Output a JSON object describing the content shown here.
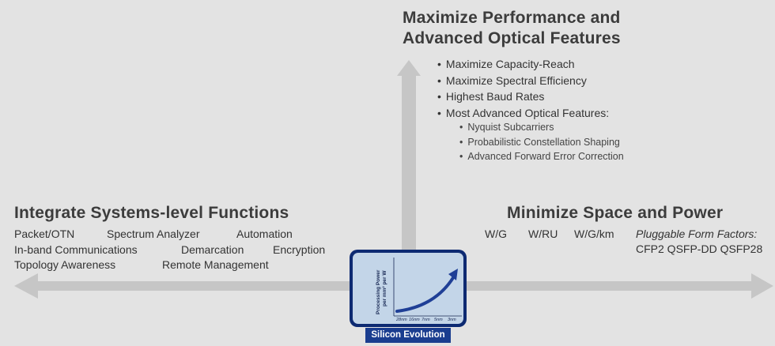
{
  "top": {
    "heading_line1": "Maximize Performance and",
    "heading_line2": "Advanced Optical Features",
    "bullets": [
      "Maximize Capacity-Reach",
      "Maximize Spectral Efficiency",
      "Highest Baud Rates",
      "Most Advanced Optical Features:"
    ],
    "sub_bullets": [
      "Nyquist Subcarriers",
      "Probabilistic Constellation Shaping",
      "Advanced Forward Error Correction"
    ]
  },
  "left": {
    "heading": "Integrate Systems-level Functions",
    "items": {
      "packet_otn": "Packet/OTN",
      "spectrum_analyzer": "Spectrum Analyzer",
      "automation": "Automation",
      "inband": "In-band Communications",
      "demarcation": "Demarcation",
      "encryption": "Encryption",
      "topology": "Topology Awareness",
      "remote_mgmt": "Remote Management"
    }
  },
  "right": {
    "heading": "Minimize Space and Power",
    "items": {
      "wg": "W/G",
      "wru": "W/RU",
      "wgkm": "W/G/km",
      "pluggable": "Pluggable Form Factors:",
      "form_factors": "CFP2 QSFP-DD QSFP28"
    }
  },
  "chip": {
    "label": "Silicon Evolution",
    "ylabel_line1": "Processing Power",
    "ylabel_line2": "per mm² per W",
    "ticks": [
      "28nm",
      "16nm",
      "7nm",
      "5nm",
      "3nm"
    ]
  },
  "colors": {
    "background": "#e3e3e3",
    "arrow": "#c6c6c6",
    "chip_border": "#0d2a72",
    "chip_fill": "#c3d5e8",
    "curve": "#1f3f96"
  }
}
